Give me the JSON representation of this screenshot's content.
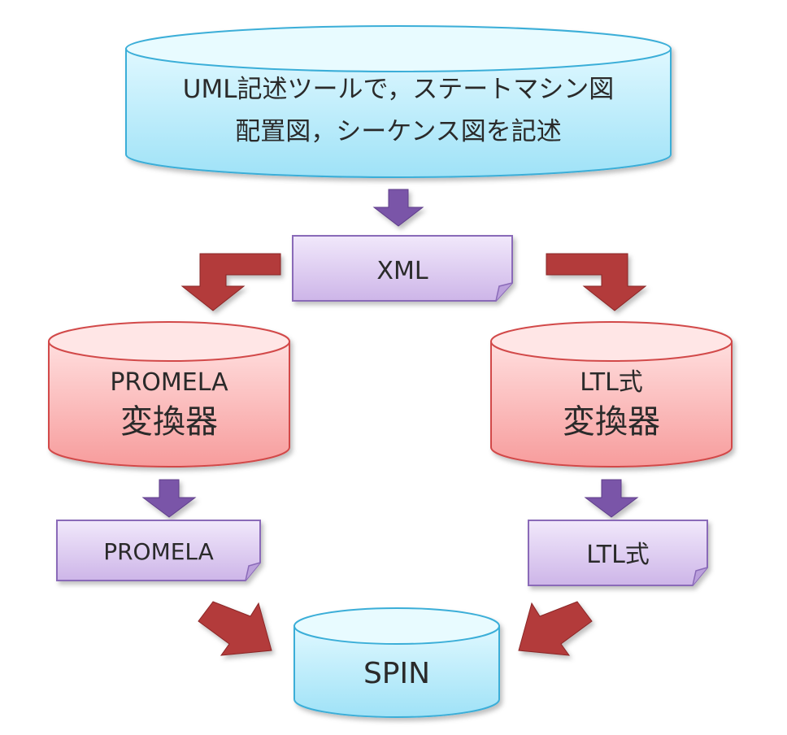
{
  "nodes": {
    "uml_tool": {
      "lines": [
        "UML記述ツールで，ステートマシン図",
        "配置図，シーケンス図を記述"
      ]
    },
    "xml": {
      "label": "XML"
    },
    "promela_converter": {
      "lines": [
        "PROMELA",
        "変換器"
      ]
    },
    "ltl_converter": {
      "lines": [
        "LTL式",
        "変換器"
      ]
    },
    "promela": {
      "label": "PROMELA"
    },
    "ltl": {
      "label": "LTL式"
    },
    "spin": {
      "label": "SPIN"
    }
  },
  "colors": {
    "cyan_fill": "#b8ecfb",
    "cyan_stroke": "#3aaed8",
    "red_fill": "#fbb8b8",
    "red_stroke": "#d24a4a",
    "doc_fill": "#ddc9f0",
    "doc_stroke": "#8a6ab8",
    "arrow_purple": "#7a55a8",
    "arrow_red": "#b33a3a"
  }
}
